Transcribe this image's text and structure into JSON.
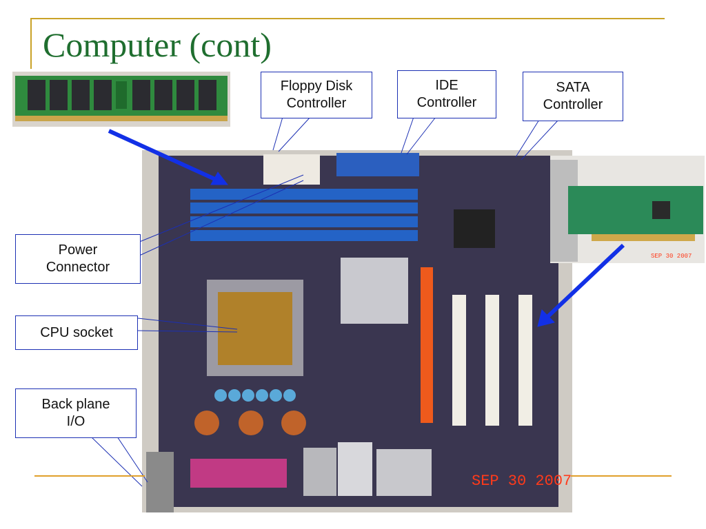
{
  "slide": {
    "title": "Computer (cont)"
  },
  "callouts": {
    "floppy": [
      "Floppy Disk",
      "Controller"
    ],
    "ide": [
      "IDE",
      "Controller"
    ],
    "sata": [
      "SATA",
      "Controller"
    ],
    "power": [
      "Power",
      "Connector"
    ],
    "cpu": [
      "CPU socket"
    ],
    "backplane": [
      "Back plane",
      "I/O"
    ]
  },
  "photos": {
    "motherboard_date_stamp": "SEP 30 2007",
    "nic_date_stamp": "SEP 30 2007"
  },
  "colors": {
    "title": "#1f6e2f",
    "callout_border": "#1b2fb3",
    "arrow": "#1230e6",
    "accent_rule": "#c9a227",
    "board": "#3a3650"
  }
}
